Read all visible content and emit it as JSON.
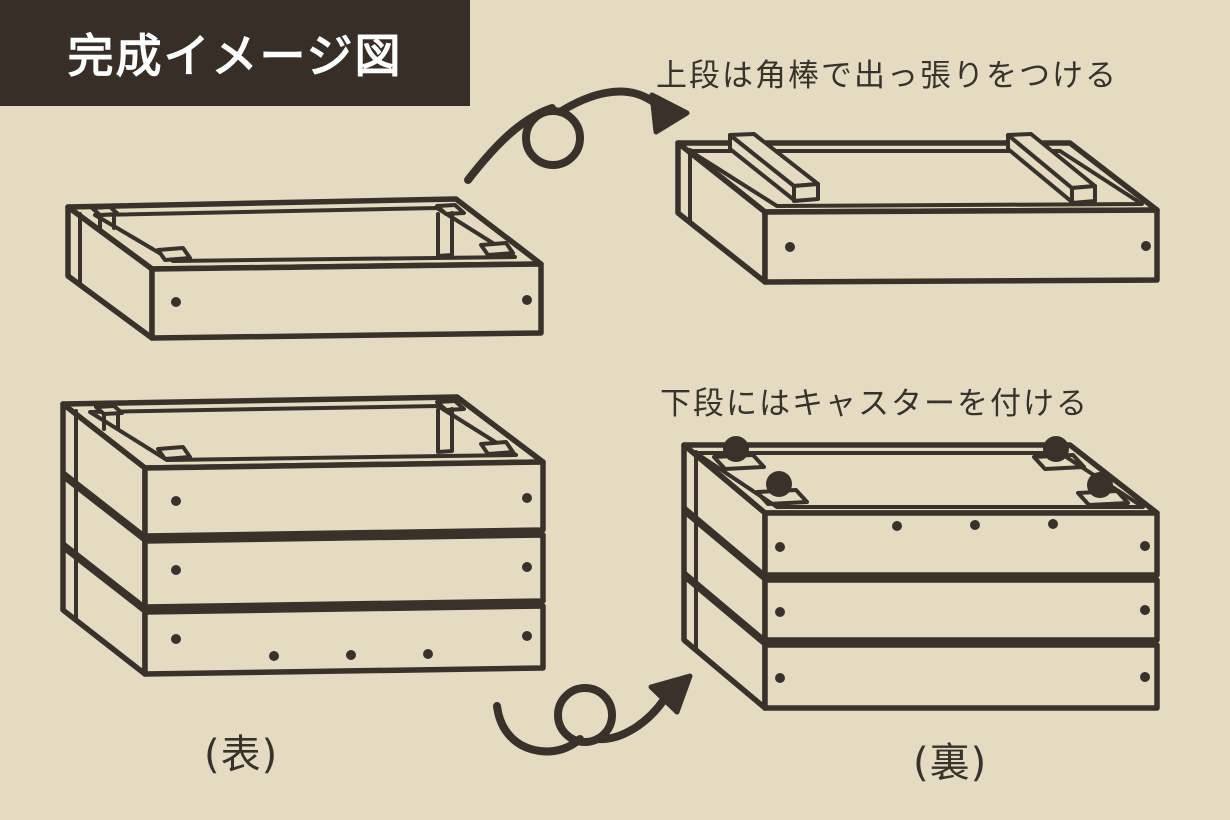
{
  "colors": {
    "background": "#E3DCC3",
    "line": "#3A322A",
    "header_bg": "#362E27",
    "header_text": "#FFFFFF"
  },
  "header": {
    "title": "完成イメージ図"
  },
  "annotations": {
    "upper": "上段は角棒で出っ張りをつける",
    "lower": "下段にはキャスターを付ける"
  },
  "labels": {
    "front": "(表)",
    "back": "(裏)"
  },
  "icons": {
    "arrow_top": "loop-arrow-right",
    "arrow_bottom": "loop-arrow-up-right"
  }
}
